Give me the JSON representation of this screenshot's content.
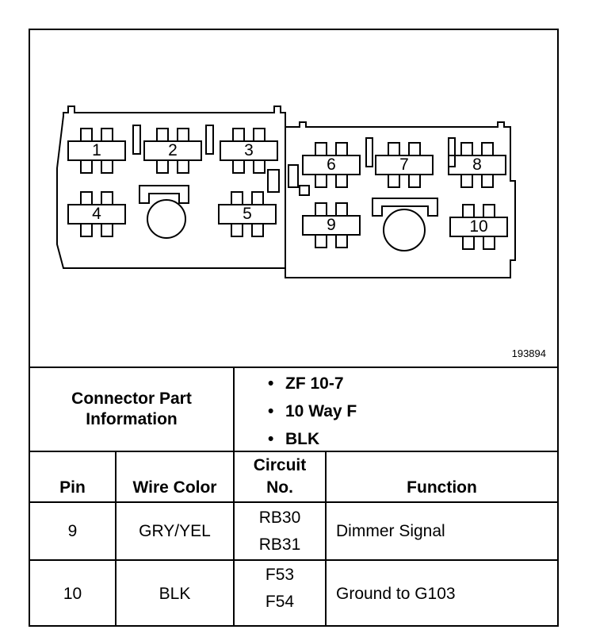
{
  "diagram": {
    "figure_id": "193894",
    "pin_labels": [
      "1",
      "2",
      "3",
      "4",
      "5",
      "6",
      "7",
      "8",
      "9",
      "10"
    ]
  },
  "connector_info": {
    "heading_line1": "Connector Part",
    "heading_line2": "Information",
    "bullets": [
      "ZF 10-7",
      "10 Way F",
      "BLK"
    ],
    "bullet_glyph": "•"
  },
  "table": {
    "headers": {
      "pin": "Pin",
      "wire_color": "Wire Color",
      "circuit_line1": "Circuit",
      "circuit_line2": "No.",
      "function": "Function"
    },
    "rows": [
      {
        "pin": "9",
        "wire_color": "GRY/YEL",
        "circuits": [
          "RB30",
          "RB31"
        ],
        "function": "Dimmer Signal"
      },
      {
        "pin": "10",
        "wire_color": "BLK",
        "circuits": [
          "F53",
          "F54"
        ],
        "function": "Ground to G103"
      }
    ]
  }
}
